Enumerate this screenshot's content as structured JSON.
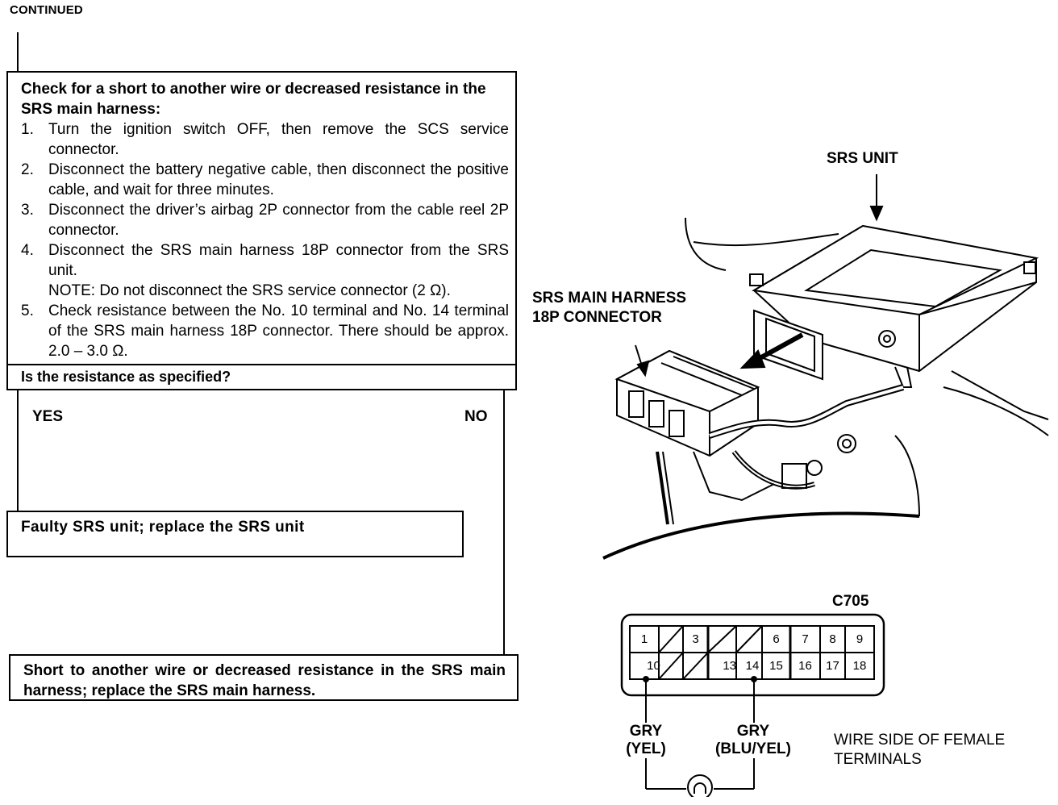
{
  "header": "CONTINUED",
  "check": {
    "title": "Check for a short to another wire or decreased resistance in the SRS main harness:",
    "steps": [
      {
        "num": "1.",
        "text": "Turn the ignition switch OFF, then remove the SCS service connector."
      },
      {
        "num": "2.",
        "text": "Disconnect the battery negative cable, then disconnect the positive cable, and wait for three minutes."
      },
      {
        "num": "3.",
        "text": "Disconnect the driver’s airbag 2P connector from the cable reel 2P connector."
      },
      {
        "num": "4.",
        "text": "Disconnect the SRS main harness 18P connector from the SRS unit."
      },
      {
        "num": "5.",
        "text": "Check resistance between the No. 10 terminal and No. 14 terminal of the SRS main harness 18P connector. There should be approx. 2.0 – 3.0 Ω."
      }
    ],
    "note": "NOTE: Do not disconnect the SRS service connector (2 Ω).",
    "question": "Is the resistance as specified?"
  },
  "answers": {
    "yes": "YES",
    "no": "NO"
  },
  "results": {
    "faulty": "Faulty SRS unit; replace the SRS unit",
    "short": "Short to another wire or decreased resistance in the SRS main harness; replace the SRS main harness."
  },
  "illustration": {
    "srs_unit_label": "SRS UNIT",
    "harness_label_line1": "SRS MAIN HARNESS",
    "harness_label_line2": "18P CONNECTOR"
  },
  "connector": {
    "id": "C705",
    "top_row": [
      "1",
      "",
      "3",
      "",
      "",
      "6",
      "7",
      "8",
      "9"
    ],
    "bottom_row": [
      "10",
      "",
      "",
      "13",
      "14",
      "15",
      "16",
      "17",
      "18"
    ],
    "wire_left_line1": "GRY",
    "wire_left_line2": "(YEL)",
    "wire_right_line1": "GRY",
    "wire_right_line2": "(BLU/YEL)",
    "side_label_line1": "WIRE SIDE OF FEMALE",
    "side_label_line2": "TERMINALS"
  }
}
